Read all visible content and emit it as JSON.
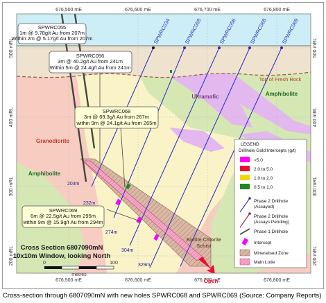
{
  "easting_labels": [
    "676,500 mE",
    "676,600 mE",
    "676,700 mE",
    "676,800 mE"
  ],
  "rl_labels": [
    "500 mRL",
    "400 mRL",
    "300 mRL",
    "200 mRL"
  ],
  "drillholes": [
    {
      "name": "SPWRC034"
    },
    {
      "name": "SPWRC055"
    },
    {
      "name": "SPWRC056"
    },
    {
      "name": "SPWRC068"
    },
    {
      "name": "SPWRC069"
    }
  ],
  "geology": {
    "fresh_rock": "Top of Fresh Rock",
    "ultramafic": "Ultramafic",
    "amphibolite_right": "Amphibolite",
    "granodiorite": "Granodiorite",
    "amphibolite_left": "Amphibolite",
    "biotite_1": "Biotite Chlorite",
    "biotite_2": "Schist"
  },
  "callouts": [
    {
      "hole": "SPWRC055",
      "line1": "1m @ 9.78g/t Au from 207m",
      "line2": "Within 2m @ 5.17g/t Au from 207m"
    },
    {
      "hole": "SPWRC056",
      "line1": "3m @ 40.2g/t Au from 241m",
      "line2": "Within 5m @ 24.4g/t Au from 241m"
    },
    {
      "hole": "SPWRC068",
      "line1": "3m @ 69.3g/t Au from 267m",
      "line2": "within 9m @ 24.1g/t Au from 265m"
    },
    {
      "hole": "SPWRC069",
      "line1": "6m @ 22.5g/t Au from 295m",
      "line2": "within 9m @ 15.9g/t Au from 294m"
    }
  ],
  "depths": [
    "203m",
    "232m",
    "274m",
    "304m",
    "329m"
  ],
  "legend": {
    "title": "LEGEND",
    "subtitle": "Drillhole Gold Intercepts (g/t)",
    "grades": [
      {
        "label": ">5.0",
        "color": "#ff00ff"
      },
      {
        "label": "2.0 to 5.0",
        "color": "#e8112d"
      },
      {
        "label": "1.0 to 2.0",
        "color": "#f2d600"
      },
      {
        "label": "0.5 to 1.0",
        "color": "#1e8a1e"
      }
    ],
    "items": [
      {
        "label1": "Phase 2 Drillhole",
        "label2": "(Assayed)"
      },
      {
        "label1": "Phase 2 Drillhole",
        "label2": "(Assays Pending)"
      },
      {
        "label1": "Phase 1 Drillhole",
        "label2": ""
      },
      {
        "label1": "Intercept",
        "label2": ""
      },
      {
        "label1": "Mineralised Zone",
        "label2": ""
      },
      {
        "label1": "Main Lode",
        "label2": ""
      }
    ]
  },
  "section_title": {
    "line1": "Cross Section 6807090mN",
    "line2": "10x10m Window, looking North"
  },
  "scale": {
    "zero": "0",
    "hundred": "100",
    "unit": "metres"
  },
  "open_label": "Open",
  "caption": "Cross-section through 6807090mN with new holes SPWRC068 and SPWRC069 (Source: Company Reports)",
  "colors": {
    "sky": "#cdeef6",
    "oxidised": "#efe3cf",
    "granodiorite": "#f6cdc0",
    "amphibolite": "#d5e8b4",
    "ultramafic": "#e3b8ee",
    "pale_yellow": "#fbf3c8",
    "drill_blue": "#3535c8",
    "lode": "#f3a7c5",
    "mineralised": "#d9b9a5"
  }
}
